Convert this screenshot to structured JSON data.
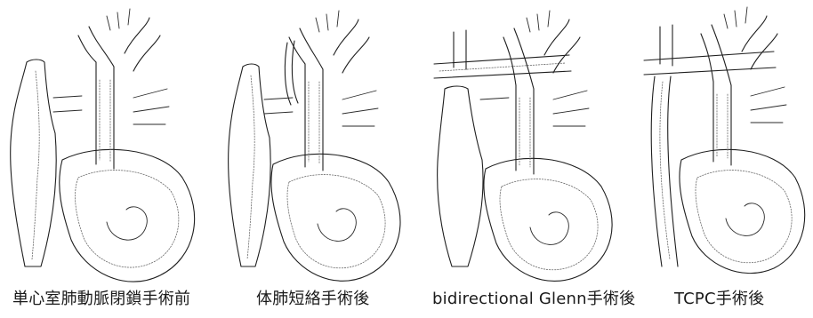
{
  "panels": [
    {
      "caption": "単心室肺動脈閉鎖手術前"
    },
    {
      "caption": "体肺短絡手術後"
    },
    {
      "caption": "bidirectional Glenn手術後"
    },
    {
      "caption": "TCPC手術後"
    }
  ]
}
